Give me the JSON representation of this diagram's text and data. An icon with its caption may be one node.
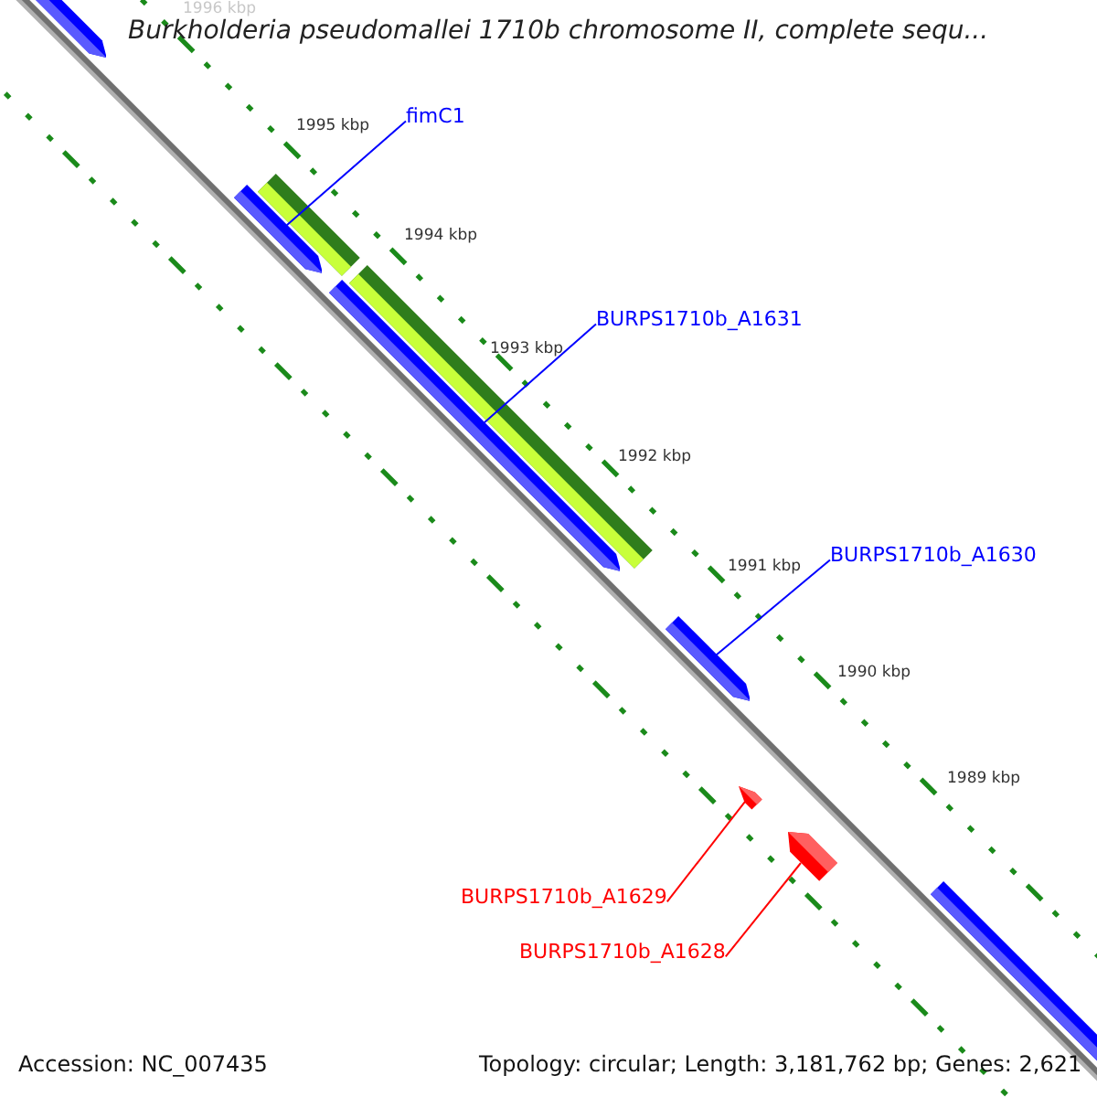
{
  "diagram": {
    "title": "Burkholderia pseudomallei 1710b chromosome II, complete sequ...",
    "nodes": [
      {
        "text": [
          "fimC1"
        ]
      },
      {
        "text": [
          "BURPS1710b_A1631"
        ]
      },
      {
        "text": [
          "BURPS1710b_A1630"
        ]
      },
      {
        "text": [
          "BURPS1710b_A1629"
        ]
      },
      {
        "text": [
          "BURPS1710b_A1628"
        ]
      },
      {
        "text": [],
        "shape": "arrow"
      },
      {
        "text": [],
        "shape": "arrow"
      },
      {
        "text": [],
        "shape": "bar"
      },
      {
        "text": [],
        "shape": "arrow"
      },
      {
        "text": [],
        "shape": "bar"
      },
      {
        "text": [],
        "shape": "arrow"
      },
      {
        "text": [],
        "shape": "arrow"
      },
      {
        "text": [],
        "shape": "arrow"
      },
      {
        "text": [],
        "shape": "arrow"
      }
    ],
    "edges": [
      {
        "from": 0,
        "to": 6,
        "arrow": "none"
      },
      {
        "from": 1,
        "to": 8,
        "arrow": "none"
      },
      {
        "from": 2,
        "to": 10,
        "arrow": "none"
      },
      {
        "from": 3,
        "to": 11,
        "arrow": "none",
        "color": "#ff0000"
      },
      {
        "from": 4,
        "to": 12,
        "arrow": "none",
        "color": "#ff0000"
      }
    ],
    "labels": [
      "1996 kbp",
      "1995 kbp",
      "1994 kbp",
      "1993 kbp",
      "1992 kbp",
      "1991 kbp",
      "1990 kbp",
      "1989 kbp",
      "Accession: NC_007435",
      "Topology: circular; Length: 3,181,762 bp; Genes: 2,621"
    ]
  }
}
